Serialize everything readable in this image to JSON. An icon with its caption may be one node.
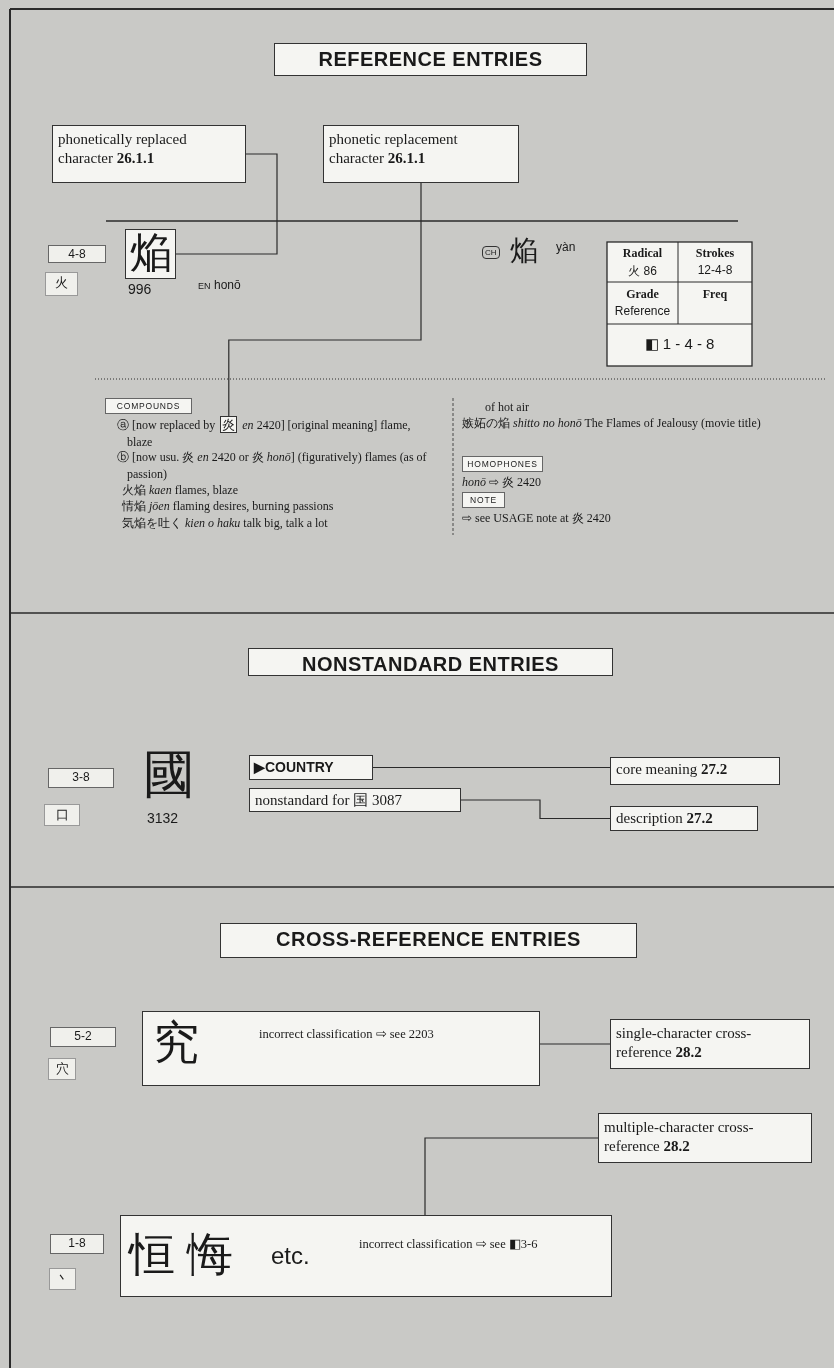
{
  "diagram": {
    "nodes": [
      {
        "text": [
          "REFERENCE ENTRIES"
        ]
      },
      {
        "text": [
          "phonetically replaced character **26.1.1**"
        ]
      },
      {
        "text": [
          "phonetic replacement character **26.1.1**"
        ]
      },
      {
        "text": [
          "4-8"
        ]
      },
      {
        "text": [
          "火"
        ]
      },
      {
        "text": [
          "焔"
        ],
        "beside": [
          "996"
        ]
      },
      {
        "text": [
          "COMPOUNDS"
        ]
      },
      {
        "text": [
          "炎"
        ]
      },
      {
        "text": [
          "HOMOPHONES"
        ]
      },
      {
        "text": [
          "NOTE"
        ]
      },
      {
        "text": [
          "NONSTANDARD ENTRIES"
        ]
      },
      {
        "text": [
          "3-8"
        ]
      },
      {
        "text": [
          "口"
        ]
      },
      {
        "text": [
          "▶COUNTRY"
        ]
      },
      {
        "text": [
          "nonstandard for 国 3087"
        ]
      },
      {
        "text": [
          "core meaning **27.2**"
        ]
      },
      {
        "text": [
          "description **27.2**"
        ]
      },
      {
        "text": [
          "CROSS-REFERENCE ENTRIES"
        ]
      },
      {
        "text": [
          "5-2"
        ]
      },
      {
        "text": [
          "穴"
        ]
      },
      {
        "text": [
          "究",
          "incorrect classification ⇨ see 2203"
        ]
      },
      {
        "text": [
          "single-character cross-reference **28.2**"
        ]
      },
      {
        "text": [
          "multiple-character cross-reference **28.2**"
        ]
      },
      {
        "text": [
          "1-8"
        ]
      },
      {
        "text": [
          "丶"
        ]
      },
      {
        "text": [
          "恒 悔",
          "etc.",
          "incorrect classification ⇨ see ◧3-6"
        ]
      }
    ],
    "edges": [
      {
        "from": 1,
        "to": 5,
        "arrow": "none"
      },
      {
        "from": 2,
        "to": 7,
        "arrow": "none"
      },
      {
        "from": 13,
        "to": 15,
        "arrow": "none"
      },
      {
        "from": 14,
        "to": 16,
        "arrow": "none"
      },
      {
        "from": 21,
        "to": 20,
        "arrow": "none"
      },
      {
        "from": 22,
        "to": 25,
        "arrow": "none"
      }
    ],
    "labels": [
      "EN",
      "honō",
      "CH",
      "焔",
      "yàn",
      "Radical",
      "火 86",
      "Strokes",
      "12-4-8",
      "Grade",
      "Reference",
      "Freq",
      "◧ 1 - 4 - 8",
      "ⓐ [now replaced by",
      "*en* 2420] [original meaning] flame, blaze",
      "ⓑ [now usu. 炎 *en* 2420 or 炎 *honō*] (figuratively) flames (as of passion)",
      "火焔 *kaen* flames, blaze",
      "情焔 *jōen* flaming desires, burning passions",
      "気焔を吐く *kien o haku* talk big, talk a lot",
      "of hot air",
      "嫉妬の焔 *shitto no honō* The Flames of Jealousy (movie title)",
      "*honō* ⇨ 炎 2420",
      "⇨ see USAGE note at 炎 2420",
      "國",
      "3132"
    ]
  }
}
